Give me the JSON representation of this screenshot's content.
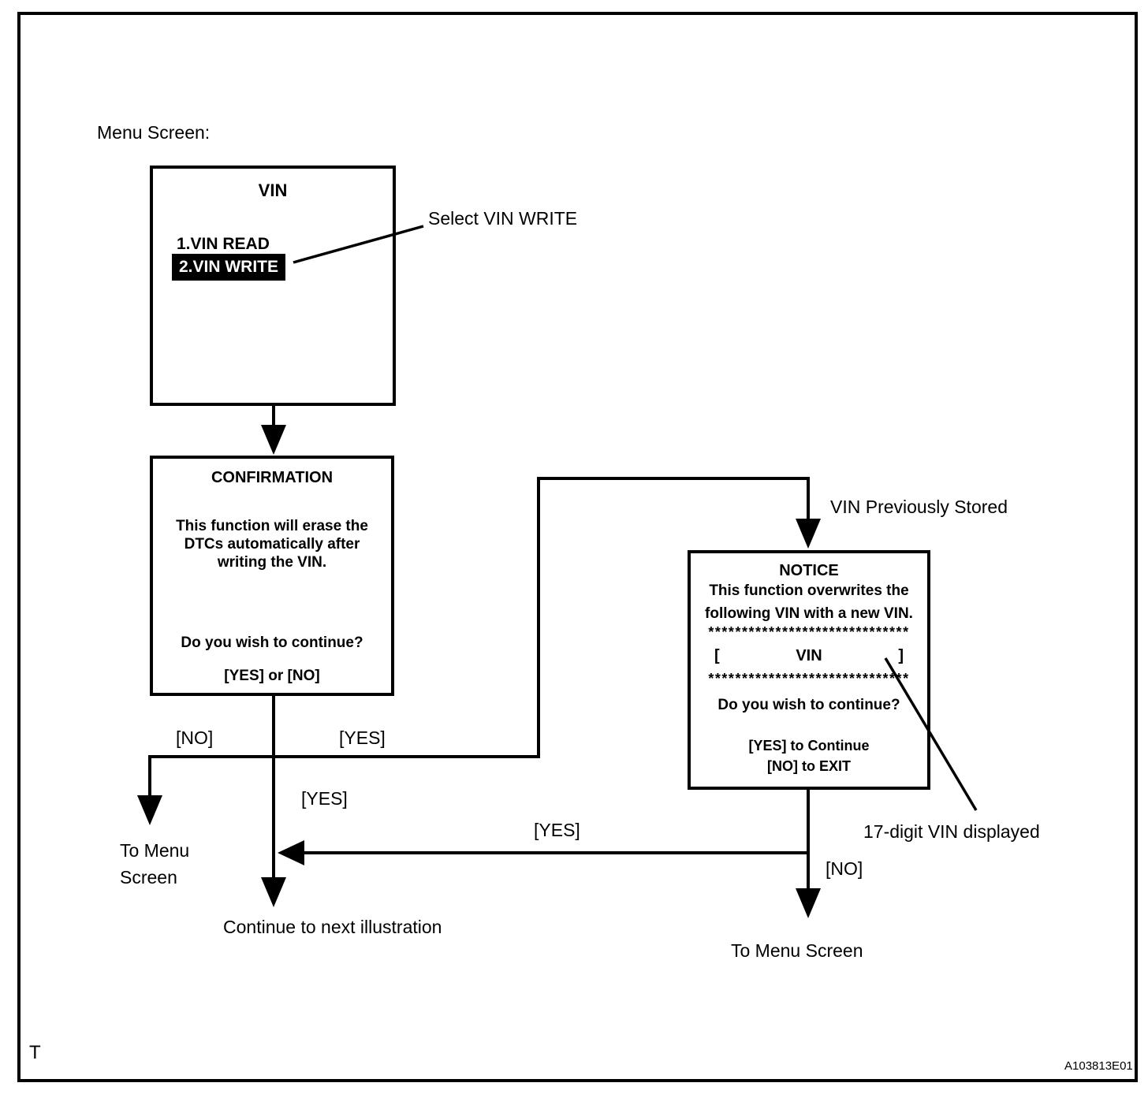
{
  "figure": {
    "caption": "Menu Screen:",
    "footer_left": "T",
    "footer_right": "A103813E01"
  },
  "menu_screen": {
    "title": "VIN",
    "items": [
      {
        "label": "1.VIN READ",
        "selected": false
      },
      {
        "label": "2.VIN WRITE",
        "selected": true
      }
    ]
  },
  "confirmation_screen": {
    "title": "CONFIRMATION",
    "body_lines": [
      "This function will erase the",
      "DTCs automatically after",
      "writing the VIN."
    ],
    "question": "Do you wish to continue?",
    "options": "[YES] or [NO]"
  },
  "notice_screen": {
    "title": "NOTICE",
    "body_lines": [
      "This function overwrites the",
      "following VIN with a new VIN."
    ],
    "asterisk_row": "******************************",
    "vin_bracket_left": "[",
    "vin_label": "VIN",
    "vin_bracket_right": "]",
    "question": "Do you wish to continue?",
    "yes_option": "[YES] to Continue",
    "no_option": "[NO] to EXIT"
  },
  "annotations": {
    "select_vin_write": "Select VIN WRITE",
    "vin_previously_stored": "VIN Previously Stored",
    "vin_digits": "17-digit VIN displayed"
  },
  "flow_labels": {
    "conf_no": "[NO]",
    "conf_yes_right": "[YES]",
    "conf_yes_down": "[YES]",
    "notice_yes": "[YES]",
    "notice_no": "[NO]",
    "to_menu_left": "To Menu\nScreen",
    "continue_next": "Continue to next illustration",
    "to_menu_right": "To Menu Screen"
  },
  "colors": {
    "ink": "#000000",
    "paper": "#ffffff",
    "highlight_bg": "#000000",
    "highlight_text": "#ffffff"
  }
}
